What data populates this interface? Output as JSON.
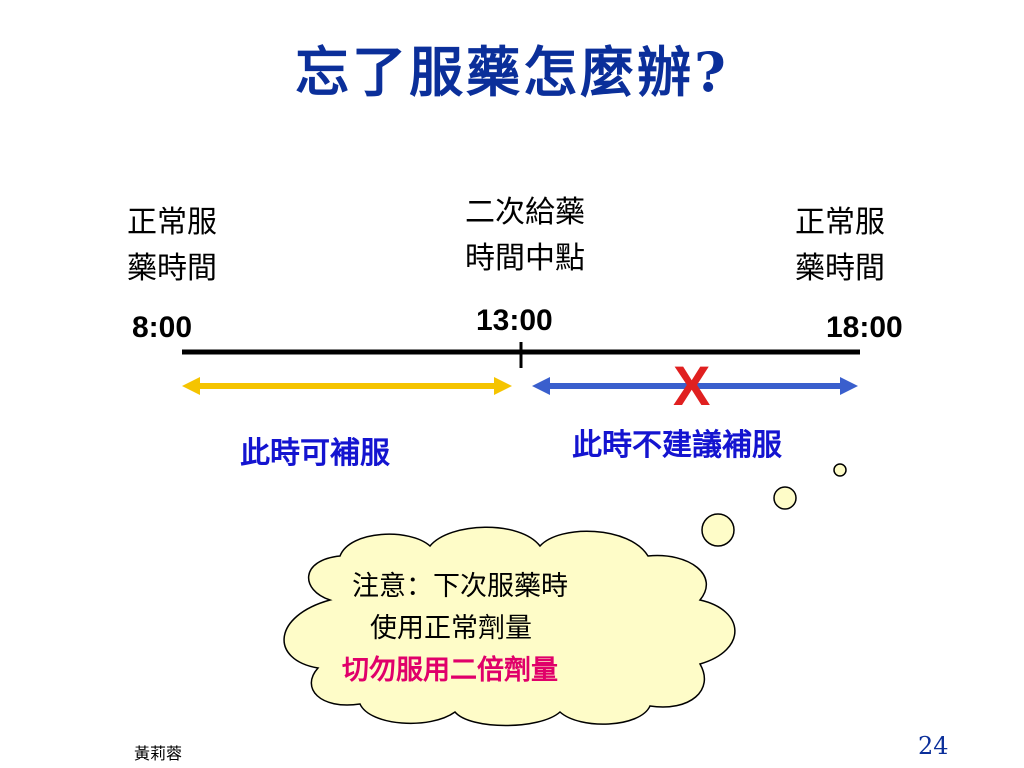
{
  "slide": {
    "title": "忘了服藥怎麼辦?",
    "left_label_line1": "正常服",
    "left_label_line2": "藥時間",
    "mid_label_line1": "二次給藥",
    "mid_label_line2": "時間中點",
    "right_label_line1": "正常服",
    "right_label_line2": "藥時間",
    "time_left": "8:00",
    "time_mid": "13:00",
    "time_right": "18:00",
    "can_take_text": "此時可補服",
    "not_recommended_text": "此時不建議補服",
    "x_mark": "X",
    "cloud_line1": "注意：下次服藥時",
    "cloud_line2": "使用正常劑量",
    "cloud_line3": "切勿服用二倍劑量",
    "footer_author": "黃莉蓉",
    "page_number": "24"
  },
  "colors": {
    "title": "#0b2f9a",
    "yellow_arrow": "#f5c400",
    "blue_arrow": "#3a5fcd",
    "x_mark": "#e02020",
    "cloud_fill": "#fefcc8",
    "warning_text": "#e0006a",
    "note_text": "#1414d0"
  }
}
